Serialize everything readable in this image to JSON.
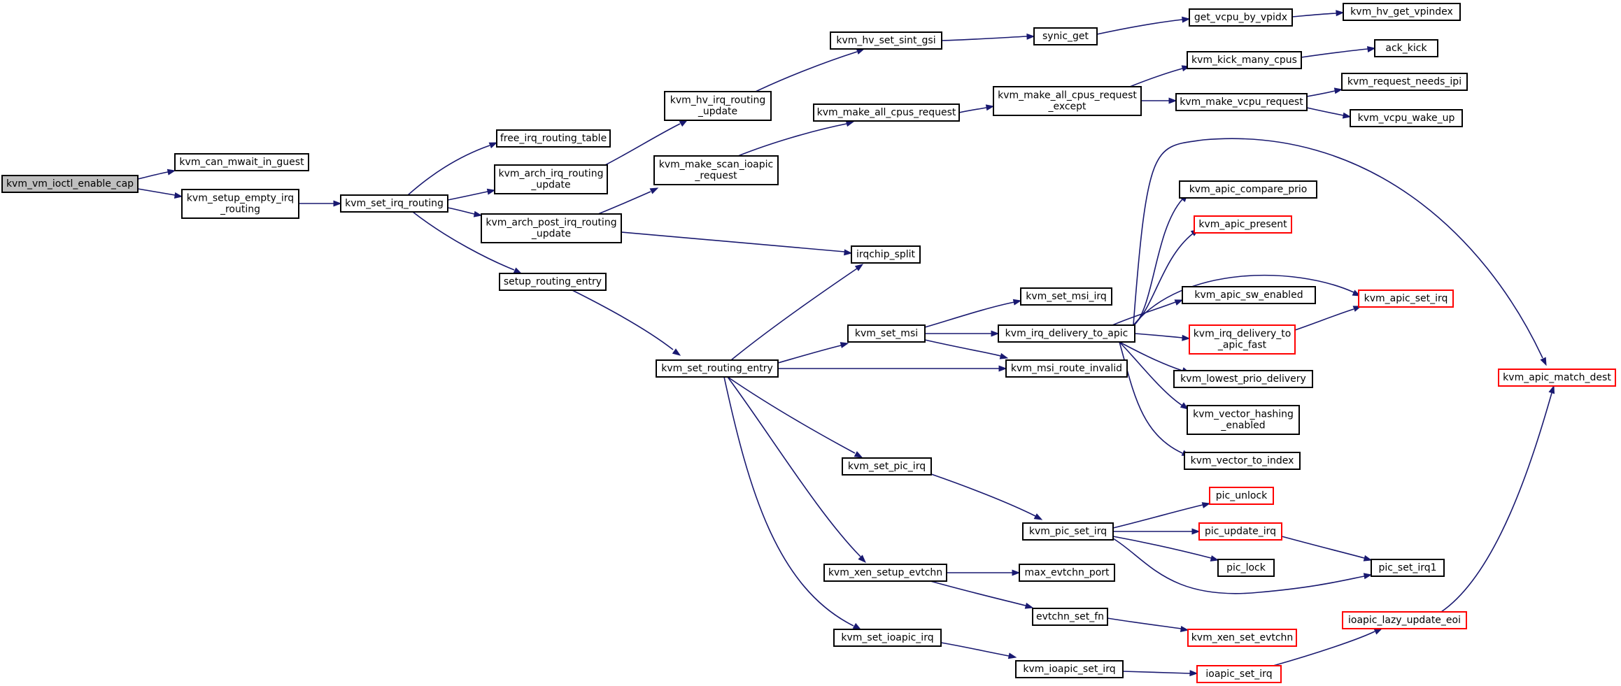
{
  "diagram": {
    "colors": {
      "edge": "#191970",
      "node_border": "#000000",
      "node_border_truncated": "#ff0000",
      "root_fill": "#bfbfbf",
      "node_fill": "#ffffff"
    },
    "nodes": [
      {
        "id": "n0",
        "lines": [
          "kvm_vm_ioctl_enable_cap"
        ],
        "style": "root"
      },
      {
        "id": "n1",
        "lines": [
          "kvm_can_mwait_in_guest"
        ],
        "style": "normal"
      },
      {
        "id": "n2",
        "lines": [
          "kvm_setup_empty_irq",
          "_routing"
        ],
        "style": "normal"
      },
      {
        "id": "n3",
        "lines": [
          "kvm_set_irq_routing"
        ],
        "style": "normal"
      },
      {
        "id": "n4",
        "lines": [
          "free_irq_routing_table"
        ],
        "style": "normal"
      },
      {
        "id": "n5",
        "lines": [
          "kvm_arch_irq_routing",
          "_update"
        ],
        "style": "normal"
      },
      {
        "id": "n6",
        "lines": [
          "kvm_arch_post_irq_routing",
          "_update"
        ],
        "style": "normal"
      },
      {
        "id": "n7",
        "lines": [
          "setup_routing_entry"
        ],
        "style": "normal"
      },
      {
        "id": "n8",
        "lines": [
          "kvm_hv_irq_routing",
          "_update"
        ],
        "style": "normal"
      },
      {
        "id": "n9",
        "lines": [
          "kvm_make_scan_ioapic",
          "_request"
        ],
        "style": "normal"
      },
      {
        "id": "n10",
        "lines": [
          "irqchip_split"
        ],
        "style": "normal"
      },
      {
        "id": "n11",
        "lines": [
          "kvm_set_routing_entry"
        ],
        "style": "normal"
      },
      {
        "id": "n12",
        "lines": [
          "kvm_hv_set_sint_gsi"
        ],
        "style": "normal"
      },
      {
        "id": "n13",
        "lines": [
          "kvm_make_all_cpus_request"
        ],
        "style": "normal"
      },
      {
        "id": "n14",
        "lines": [
          "synic_get"
        ],
        "style": "normal"
      },
      {
        "id": "n15",
        "lines": [
          "kvm_make_all_cpus_request",
          "_except"
        ],
        "style": "normal"
      },
      {
        "id": "n16",
        "lines": [
          "get_vcpu_by_vpidx"
        ],
        "style": "normal"
      },
      {
        "id": "n17",
        "lines": [
          "kvm_hv_get_vpindex"
        ],
        "style": "normal"
      },
      {
        "id": "n18",
        "lines": [
          "kvm_kick_many_cpus"
        ],
        "style": "normal"
      },
      {
        "id": "n19",
        "lines": [
          "ack_kick"
        ],
        "style": "normal"
      },
      {
        "id": "n20",
        "lines": [
          "kvm_make_vcpu_request"
        ],
        "style": "normal"
      },
      {
        "id": "n21",
        "lines": [
          "kvm_request_needs_ipi"
        ],
        "style": "normal"
      },
      {
        "id": "n22",
        "lines": [
          "kvm_vcpu_wake_up"
        ],
        "style": "normal"
      },
      {
        "id": "n23",
        "lines": [
          "kvm_set_msi"
        ],
        "style": "normal"
      },
      {
        "id": "n24",
        "lines": [
          "kvm_set_msi_irq"
        ],
        "style": "normal"
      },
      {
        "id": "n25",
        "lines": [
          "kvm_irq_delivery_to_apic"
        ],
        "style": "normal"
      },
      {
        "id": "n26",
        "lines": [
          "kvm_msi_route_invalid"
        ],
        "style": "normal"
      },
      {
        "id": "n27",
        "lines": [
          "kvm_apic_compare_prio"
        ],
        "style": "normal"
      },
      {
        "id": "n28",
        "lines": [
          "kvm_apic_present"
        ],
        "style": "truncated"
      },
      {
        "id": "n29",
        "lines": [
          "kvm_apic_sw_enabled"
        ],
        "style": "normal"
      },
      {
        "id": "n30",
        "lines": [
          "kvm_apic_set_irq"
        ],
        "style": "truncated"
      },
      {
        "id": "n31",
        "lines": [
          "kvm_irq_delivery_to",
          "_apic_fast"
        ],
        "style": "truncated"
      },
      {
        "id": "n32",
        "lines": [
          "kvm_lowest_prio_delivery"
        ],
        "style": "normal"
      },
      {
        "id": "n33",
        "lines": [
          "kvm_vector_hashing",
          "_enabled"
        ],
        "style": "normal"
      },
      {
        "id": "n34",
        "lines": [
          "kvm_vector_to_index"
        ],
        "style": "normal"
      },
      {
        "id": "n35",
        "lines": [
          "kvm_apic_match_dest"
        ],
        "style": "truncated"
      },
      {
        "id": "n36",
        "lines": [
          "kvm_set_pic_irq"
        ],
        "style": "normal"
      },
      {
        "id": "n37",
        "lines": [
          "kvm_pic_set_irq"
        ],
        "style": "normal"
      },
      {
        "id": "n38",
        "lines": [
          "pic_unlock"
        ],
        "style": "truncated"
      },
      {
        "id": "n39",
        "lines": [
          "pic_update_irq"
        ],
        "style": "truncated"
      },
      {
        "id": "n40",
        "lines": [
          "pic_lock"
        ],
        "style": "normal"
      },
      {
        "id": "n41",
        "lines": [
          "pic_set_irq1"
        ],
        "style": "normal"
      },
      {
        "id": "n42",
        "lines": [
          "kvm_xen_setup_evtchn"
        ],
        "style": "normal"
      },
      {
        "id": "n43",
        "lines": [
          "max_evtchn_port"
        ],
        "style": "normal"
      },
      {
        "id": "n44",
        "lines": [
          "evtchn_set_fn"
        ],
        "style": "normal"
      },
      {
        "id": "n45",
        "lines": [
          "kvm_xen_set_evtchn"
        ],
        "style": "truncated"
      },
      {
        "id": "n46",
        "lines": [
          "kvm_set_ioapic_irq"
        ],
        "style": "normal"
      },
      {
        "id": "n47",
        "lines": [
          "kvm_ioapic_set_irq"
        ],
        "style": "normal"
      },
      {
        "id": "n48",
        "lines": [
          "ioapic_set_irq"
        ],
        "style": "truncated"
      },
      {
        "id": "n49",
        "lines": [
          "ioapic_lazy_update_eoi"
        ],
        "style": "truncated"
      }
    ],
    "edges": [
      {
        "from": "n0",
        "to": "n1"
      },
      {
        "from": "n0",
        "to": "n2"
      },
      {
        "from": "n2",
        "to": "n3"
      },
      {
        "from": "n3",
        "to": "n4"
      },
      {
        "from": "n3",
        "to": "n5"
      },
      {
        "from": "n3",
        "to": "n6"
      },
      {
        "from": "n3",
        "to": "n7"
      },
      {
        "from": "n5",
        "to": "n8"
      },
      {
        "from": "n6",
        "to": "n9"
      },
      {
        "from": "n6",
        "to": "n10"
      },
      {
        "from": "n7",
        "to": "n11"
      },
      {
        "from": "n8",
        "to": "n12"
      },
      {
        "from": "n9",
        "to": "n13"
      },
      {
        "from": "n12",
        "to": "n14"
      },
      {
        "from": "n13",
        "to": "n15"
      },
      {
        "from": "n14",
        "to": "n16"
      },
      {
        "from": "n16",
        "to": "n17"
      },
      {
        "from": "n15",
        "to": "n18"
      },
      {
        "from": "n15",
        "to": "n20"
      },
      {
        "from": "n18",
        "to": "n19"
      },
      {
        "from": "n20",
        "to": "n21"
      },
      {
        "from": "n20",
        "to": "n22"
      },
      {
        "from": "n11",
        "to": "n10"
      },
      {
        "from": "n11",
        "to": "n23"
      },
      {
        "from": "n11",
        "to": "n26"
      },
      {
        "from": "n11",
        "to": "n36"
      },
      {
        "from": "n11",
        "to": "n42"
      },
      {
        "from": "n11",
        "to": "n46"
      },
      {
        "from": "n23",
        "to": "n24"
      },
      {
        "from": "n23",
        "to": "n25"
      },
      {
        "from": "n23",
        "to": "n26"
      },
      {
        "from": "n25",
        "to": "n27"
      },
      {
        "from": "n25",
        "to": "n28"
      },
      {
        "from": "n25",
        "to": "n29"
      },
      {
        "from": "n25",
        "to": "n30"
      },
      {
        "from": "n25",
        "to": "n31"
      },
      {
        "from": "n25",
        "to": "n32"
      },
      {
        "from": "n25",
        "to": "n33"
      },
      {
        "from": "n25",
        "to": "n34"
      },
      {
        "from": "n25",
        "to": "n35"
      },
      {
        "from": "n31",
        "to": "n30"
      },
      {
        "from": "n36",
        "to": "n37"
      },
      {
        "from": "n37",
        "to": "n38"
      },
      {
        "from": "n37",
        "to": "n39"
      },
      {
        "from": "n37",
        "to": "n40"
      },
      {
        "from": "n37",
        "to": "n41"
      },
      {
        "from": "n39",
        "to": "n41"
      },
      {
        "from": "n42",
        "to": "n43"
      },
      {
        "from": "n42",
        "to": "n44"
      },
      {
        "from": "n44",
        "to": "n45"
      },
      {
        "from": "n46",
        "to": "n47"
      },
      {
        "from": "n47",
        "to": "n48"
      },
      {
        "from": "n48",
        "to": "n49"
      },
      {
        "from": "n49",
        "to": "n35"
      }
    ]
  }
}
